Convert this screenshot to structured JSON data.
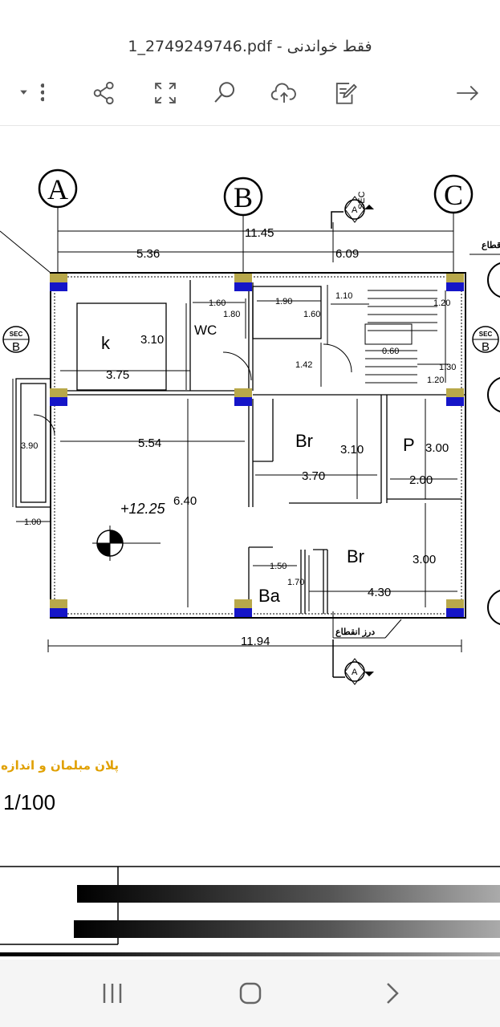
{
  "app": {
    "file_title": "1_2749249746.pdf - فقط خواندنی"
  },
  "toolbar": {
    "icons": [
      "more-vert-icon",
      "share-icon",
      "fullscreen-icon",
      "search-icon",
      "cloud-upload-icon",
      "edit-document-icon",
      "arrow-right-icon"
    ]
  },
  "plan": {
    "grid_labels": {
      "a": "A",
      "b": "B",
      "c": "C"
    },
    "section_labels": {
      "sec": "SEC",
      "a": "A",
      "b": "B"
    },
    "dims": {
      "total_top": "11.45",
      "left_top": "5.36",
      "right_top": "6.09",
      "bottom_total": "11.94",
      "k_height": "3.10",
      "k_width": "3.75",
      "wc_160": "1.60",
      "wc_180": "1.80",
      "shower_190": "1.90",
      "shower_160": "1.60",
      "hall_142": "1.42",
      "stair_110": "1.10",
      "stair_120a": "1.20",
      "stair_060": "0.60",
      "stair_130": "1.30",
      "stair_120b": "1.20",
      "living_554": "5.54",
      "living_640": "6.40",
      "balcony_390": "3.90",
      "balcony_100": "1.00",
      "br1_310": "3.10",
      "br1_370": "3.70",
      "p_300": "3.00",
      "p_200": "2.00",
      "br2_300": "3.00",
      "br2_430": "4.30",
      "ba_150": "1.50",
      "ba_170": "1.70"
    },
    "rooms": {
      "kitchen": "k",
      "wc": "WC",
      "br1": "Br",
      "br2": "Br",
      "p": "P",
      "ba": "Ba"
    },
    "level": "+12.25",
    "joint_label": "درز انقطاع",
    "joint_label_top": "قطاع"
  },
  "title_block": {
    "title": "پلان مبلمان و اندازه",
    "scale": "1/100"
  },
  "colors": {
    "column_fill": "#1515c8",
    "column_top": "#b8a84a",
    "title_text": "#e0a000"
  }
}
